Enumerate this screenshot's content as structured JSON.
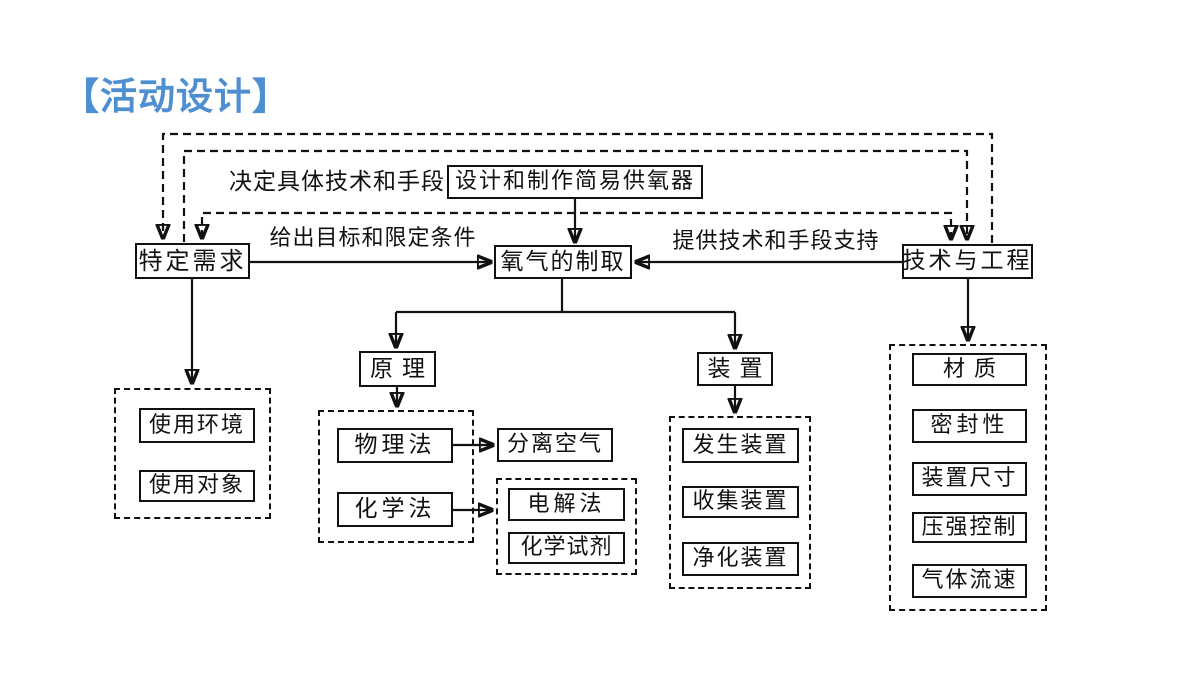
{
  "title": "【活动设计】",
  "colors": {
    "title_accent": "#4E8FD1",
    "diagram_line": "#111111",
    "background": "#FFFFFF"
  },
  "nodes": {
    "design_task": "设计和制作简易供氧器",
    "specific_need": "特定需求",
    "oxygen_preparation": "氧气的制取",
    "tech_engineering": "技术与工程",
    "principle": "原理",
    "device": "装置",
    "separate_air": "分离空气"
  },
  "edges": {
    "decide": "决定具体技术和手段",
    "goal": "给出目标和限定条件",
    "support": "提供技术和手段支持"
  },
  "groups": {
    "need_factors": [
      "使用环境",
      "使用对象"
    ],
    "principle_methods": [
      "物理法",
      "化学法"
    ],
    "chemical_details": [
      "电解法",
      "化学试剂"
    ],
    "device_parts": [
      "发生装置",
      "收集装置",
      "净化装置"
    ],
    "tech_factors": [
      "材质",
      "密封性",
      "装置尺寸",
      "压强控制",
      "气体流速"
    ]
  }
}
